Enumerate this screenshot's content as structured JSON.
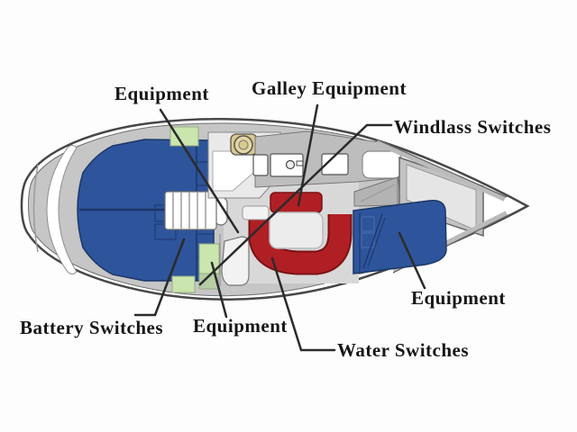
{
  "labels": [
    {
      "id": "equipment-aft",
      "text": "Equipment"
    },
    {
      "id": "galley-equipment",
      "text": "Galley Equipment"
    },
    {
      "id": "windlass-switches",
      "text": "Windlass Switches"
    },
    {
      "id": "battery-switches",
      "text": "Battery Switches"
    },
    {
      "id": "equipment-companionway",
      "text": "Equipment"
    },
    {
      "id": "equipment-forward",
      "text": "Equipment"
    },
    {
      "id": "water-switches",
      "text": "Water Switches"
    }
  ],
  "colors": {
    "berth_blue": "#2e549b",
    "berth_blue_outline": "#1b3768",
    "settee_red": "#b01f24",
    "settee_red_outline": "#7a1216",
    "locker_green": "#cbe5ae",
    "toilet_tan": "#d9c98e",
    "deck_gray": "#c6c6c6",
    "leader_line": "#2b2b2b",
    "label_text": "#161616",
    "background": "#fdfdfd"
  }
}
